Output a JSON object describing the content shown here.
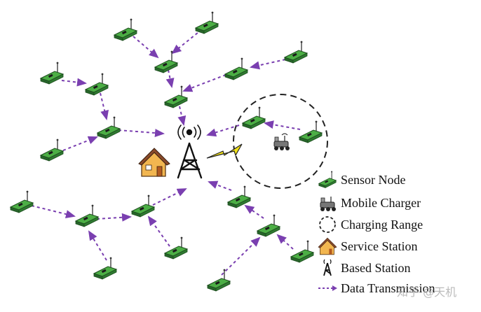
{
  "colors": {
    "node_fill": "#3f9a3a",
    "node_dark": "#1f5c22",
    "arrow": "#7a3fb0",
    "charging_circle": "#222222",
    "house_wall": "#f2b650",
    "house_roof": "#8a4a2a",
    "bolt": "#f2e21a"
  },
  "legend": {
    "sensor_node": "Sensor Node",
    "mobile_charger": "Mobile Charger",
    "charging_range": "Charging Range",
    "service_station": "Service Station",
    "based_station": "Based Station",
    "data_transmission": "Data Transmission"
  },
  "watermark": "知乎 @天机"
}
